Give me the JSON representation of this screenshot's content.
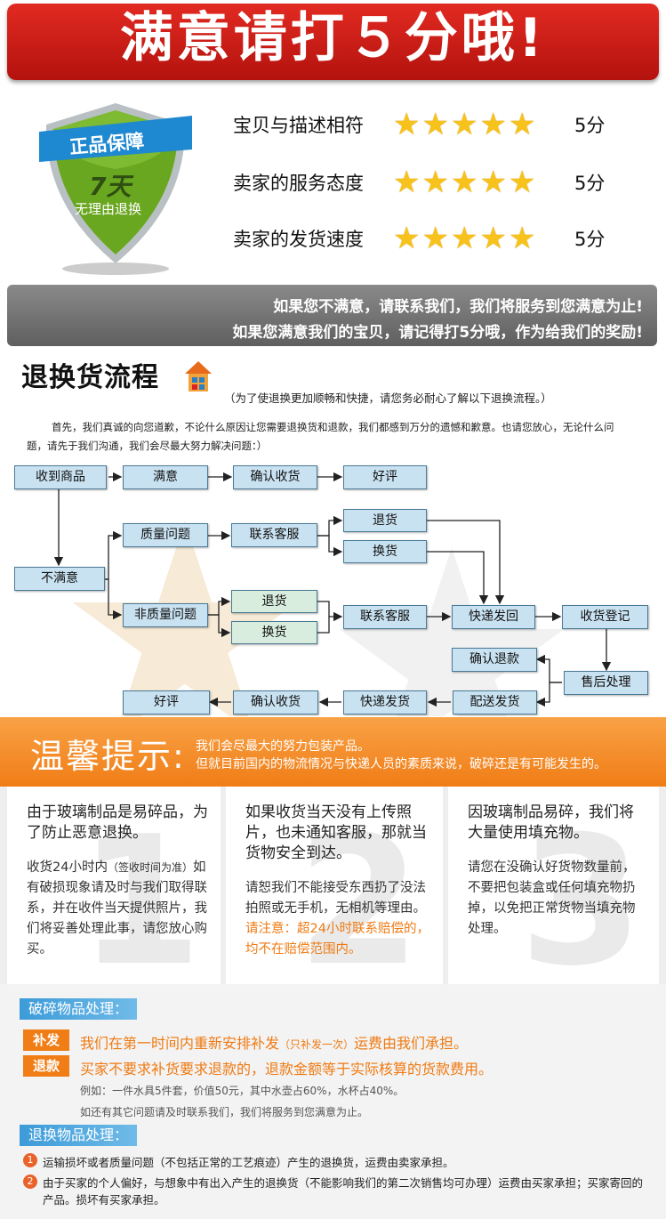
{
  "banner": {
    "title": "满意请打５分哦!"
  },
  "shield": {
    "badge": "正品保障",
    "days": "7天",
    "note": "无理由退换"
  },
  "ratings": [
    {
      "label": "宝贝与描述相符",
      "score": "5分"
    },
    {
      "label": "卖家的服务态度",
      "score": "5分"
    },
    {
      "label": "卖家的发货速度",
      "score": "5分"
    }
  ],
  "notice": {
    "line1": "如果您不满意，请联系我们，我们将服务到您满意为止!",
    "line2": "如果您满意我们的宝贝，请记得打5分哦，作为给我们的奖励!"
  },
  "flow": {
    "title": "退换货流程",
    "subtitle": "（为了使退换更加顺畅和快捷，请您务必耐心了解以下退换流程。）",
    "intro": "首先，我们真诚的向您道歉，不论什么原因让您需要退换货和退款，我们都感到万分的遗憾和歉意。也请您放心，无论什么问题，请先于我们沟通，我们会尽最大努力解决问题：）",
    "nodes": {
      "received": "收到商品",
      "satisfied": "满意",
      "confirm": "确认收货",
      "good1": "好评",
      "quality": "质量问题",
      "contact1": "联系客服",
      "return1": "退货",
      "exchange1": "换货",
      "unsatisfied": "不满意",
      "nonquality": "非质量问题",
      "return2": "退货",
      "exchange2": "换货",
      "contact2": "联系客服",
      "ship_back": "快递发回",
      "register": "收货登记",
      "confirm_refund": "确认退款",
      "after_sale": "售后处理",
      "good2": "好评",
      "confirm2": "确认收货",
      "ship_out": "快递发货",
      "dispatch": "配送发货"
    }
  },
  "tips": {
    "title": "温馨提示:",
    "line1": "我们会尽最大的努力包装产品。",
    "line2": "但就目前国内的物流情况与快递人员的素质来说，破碎还是有可能发生的。"
  },
  "columns": [
    {
      "head": "由于玻璃制品是易碎品，为了防止恶意退换。",
      "body_a": "收货24小时内",
      "body_b": "（签收时间为准）",
      "body_c": "如有破损现象请及时与我们取得联系，并在收件当天提供照片，我们将妥善处理此事，请您放心购买。"
    },
    {
      "head": "如果收货当天没有上传照片，也未通知客服，那就当货物安全到达。",
      "body_a": "请恕我们不能接受东西扔了没法拍照或无手机，无相机等理由。",
      "body_red": "请注意：超24小时联系赔偿的，均不在赔偿范围内。"
    },
    {
      "head": "因玻璃制品易碎，我们将大量使用填充物。",
      "body_a": "请您在没确认好货物数量前，不要把包装盒或任何填充物扔掉，以免把正常货物当填充物处理。"
    }
  ],
  "breakage": {
    "tag": "破碎物品处理：",
    "resend_badge": "补发",
    "resend_a": "我们在第一时间内重新安排补发",
    "resend_b": "（只补发一次）",
    "resend_c": "运费由我们承担。",
    "refund_badge": "退款",
    "refund": "买家不要求补货要求退款的，退款金额等于实际核算的货款费用。",
    "example": "例如：一件水具5件套，价值50元，其中水壶占60%，水杯占40%。",
    "other": "如还有其它问题请及时联系我们，我们将服务到您满意为止。"
  },
  "returns": {
    "tag": "退换物品处理：",
    "items": [
      {
        "num": "1",
        "text": "运输损坏或者质量问题（不包括正常的工艺痕迹）产生的退换货，运费由卖家承担。"
      },
      {
        "num": "2",
        "text": "由于买家的个人偏好，与想象中有出入产生的退换货（不能影响我们的第二次销售均可办理）运费由买家承担；买家寄回的产品。损坏有买家承担。"
      }
    ]
  },
  "colors": {
    "red": "#d01c16",
    "orange": "#f07d16",
    "blue": "#3c9bd8",
    "star": "#f7c21b"
  }
}
